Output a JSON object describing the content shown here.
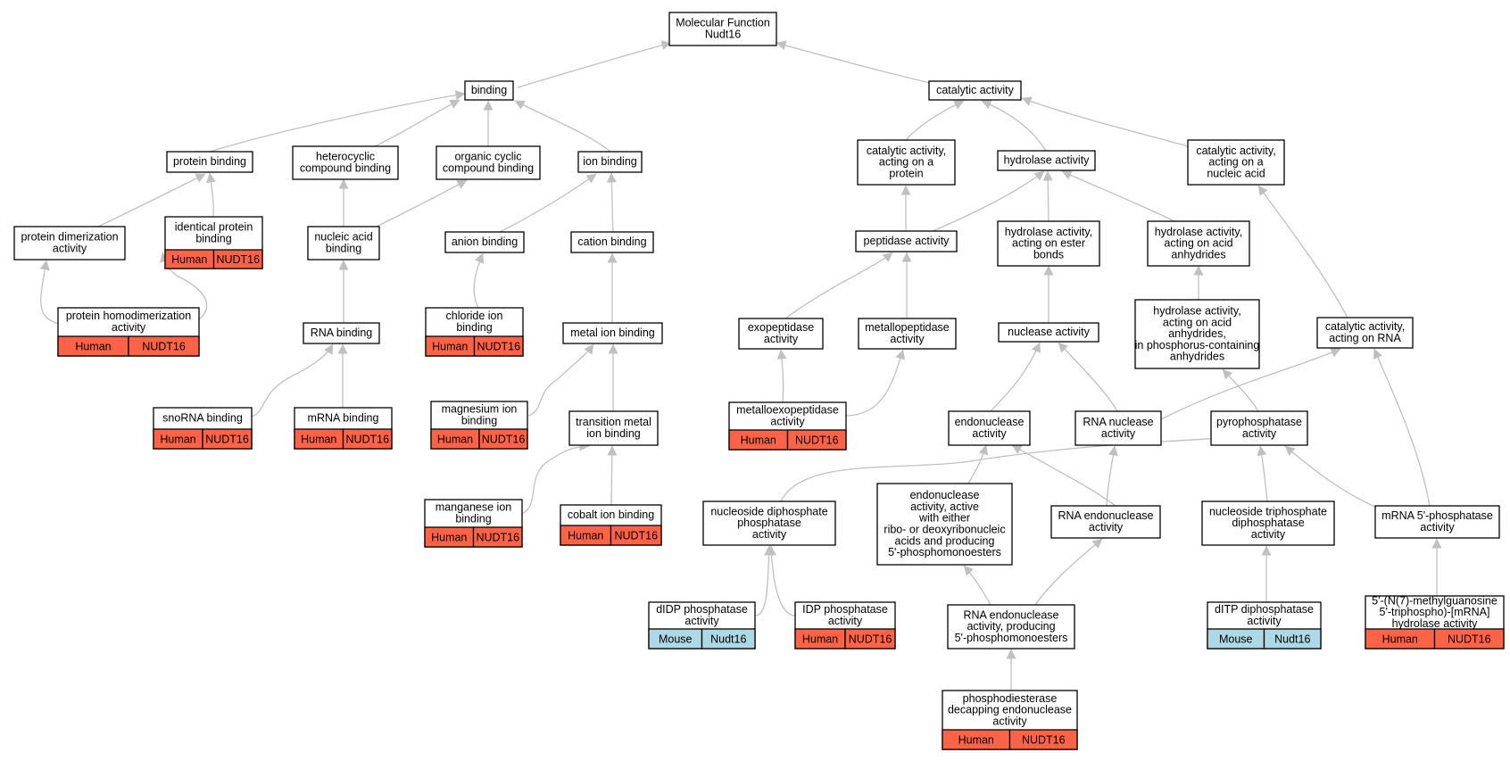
{
  "diagram": {
    "title": "Molecular Function Nudt16",
    "colors": {
      "human": "#ff6347",
      "mouse": "#add8e6",
      "edge": "#c0c0c0",
      "border": "#000000"
    },
    "nodes": [
      {
        "id": "root",
        "lines": [
          "Molecular Function",
          "Nudt16"
        ]
      },
      {
        "id": "binding",
        "lines": [
          "binding"
        ]
      },
      {
        "id": "catalytic",
        "lines": [
          "catalytic activity"
        ]
      },
      {
        "id": "protein_binding",
        "lines": [
          "protein binding"
        ]
      },
      {
        "id": "heterocyclic",
        "lines": [
          "heterocyclic",
          "compound binding"
        ]
      },
      {
        "id": "organic_cyclic",
        "lines": [
          "organic cyclic",
          "compound binding"
        ]
      },
      {
        "id": "ion_binding",
        "lines": [
          "ion binding"
        ]
      },
      {
        "id": "cat_protein",
        "lines": [
          "catalytic activity,",
          "acting on a",
          "protein"
        ]
      },
      {
        "id": "hydrolase",
        "lines": [
          "hydrolase activity"
        ]
      },
      {
        "id": "cat_nucleic",
        "lines": [
          "catalytic activity,",
          "acting on a",
          "nucleic acid"
        ]
      },
      {
        "id": "prot_dimer",
        "lines": [
          "protein dimerization",
          "activity"
        ]
      },
      {
        "id": "identical_prot",
        "lines": [
          "identical protein",
          "binding"
        ],
        "species": "Human",
        "gene": "NUDT16"
      },
      {
        "id": "nucleic_acid",
        "lines": [
          "nucleic acid",
          "binding"
        ]
      },
      {
        "id": "anion",
        "lines": [
          "anion binding"
        ]
      },
      {
        "id": "cation",
        "lines": [
          "cation binding"
        ]
      },
      {
        "id": "peptidase",
        "lines": [
          "peptidase activity"
        ]
      },
      {
        "id": "hyd_ester",
        "lines": [
          "hydrolase activity,",
          "acting on ester",
          "bonds"
        ]
      },
      {
        "id": "hyd_acid_anh",
        "lines": [
          "hydrolase activity,",
          "acting on acid",
          "anhydrides"
        ]
      },
      {
        "id": "prot_homodimer",
        "lines": [
          "protein homodimerization",
          "activity"
        ],
        "species": "Human",
        "gene": "NUDT16"
      },
      {
        "id": "rna_binding",
        "lines": [
          "RNA binding"
        ]
      },
      {
        "id": "chloride",
        "lines": [
          "chloride ion",
          "binding"
        ],
        "species": "Human",
        "gene": "NUDT16"
      },
      {
        "id": "metal_ion",
        "lines": [
          "metal ion binding"
        ]
      },
      {
        "id": "exopeptidase",
        "lines": [
          "exopeptidase",
          "activity"
        ]
      },
      {
        "id": "metallopeptidase",
        "lines": [
          "metallopeptidase",
          "activity"
        ]
      },
      {
        "id": "nuclease",
        "lines": [
          "nuclease activity"
        ]
      },
      {
        "id": "hyd_phos",
        "lines": [
          "hydrolase activity,",
          "acting on acid",
          "anhydrides,",
          "in phosphorus-containing",
          "anhydrides"
        ]
      },
      {
        "id": "cat_rna",
        "lines": [
          "catalytic activity,",
          "acting on RNA"
        ]
      },
      {
        "id": "snorna",
        "lines": [
          "snoRNA binding"
        ],
        "species": "Human",
        "gene": "NUDT16"
      },
      {
        "id": "mrna_binding",
        "lines": [
          "mRNA binding"
        ],
        "species": "Human",
        "gene": "NUDT16"
      },
      {
        "id": "magnesium",
        "lines": [
          "magnesium ion",
          "binding"
        ],
        "species": "Human",
        "gene": "NUDT16"
      },
      {
        "id": "transition_metal",
        "lines": [
          "transition metal",
          "ion binding"
        ]
      },
      {
        "id": "metalloexo",
        "lines": [
          "metalloexopeptidase",
          "activity"
        ],
        "species": "Human",
        "gene": "NUDT16"
      },
      {
        "id": "endonuclease",
        "lines": [
          "endonuclease",
          "activity"
        ]
      },
      {
        "id": "rna_nuclease",
        "lines": [
          "RNA nuclease",
          "activity"
        ]
      },
      {
        "id": "pyrophosphatase",
        "lines": [
          "pyrophosphatase",
          "activity"
        ]
      },
      {
        "id": "manganese",
        "lines": [
          "manganese ion",
          "binding"
        ],
        "species": "Human",
        "gene": "NUDT16"
      },
      {
        "id": "cobalt",
        "lines": [
          "cobalt ion binding"
        ],
        "species": "Human",
        "gene": "NUDT16"
      },
      {
        "id": "nuc_diphos",
        "lines": [
          "nucleoside diphosphate",
          "phosphatase",
          "activity"
        ]
      },
      {
        "id": "endo_ribo",
        "lines": [
          "endonuclease",
          "activity, active",
          "with either",
          "ribo- or deoxyribonucleic",
          "acids and producing",
          "5'-phosphomonoesters"
        ]
      },
      {
        "id": "rna_endo",
        "lines": [
          "RNA endonuclease",
          "activity"
        ]
      },
      {
        "id": "nuc_triphos",
        "lines": [
          "nucleoside triphosphate",
          "diphosphatase",
          "activity"
        ]
      },
      {
        "id": "mrna_5phos",
        "lines": [
          "mRNA 5'-phosphatase",
          "activity"
        ]
      },
      {
        "id": "didp",
        "lines": [
          "dIDP phosphatase",
          "activity"
        ],
        "species": "Mouse",
        "gene": "Nudt16"
      },
      {
        "id": "idp",
        "lines": [
          "IDP phosphatase",
          "activity"
        ],
        "species": "Human",
        "gene": "NUDT16"
      },
      {
        "id": "rna_endo_5p",
        "lines": [
          "RNA endonuclease",
          "activity, producing",
          "5'-phosphomonoesters"
        ]
      },
      {
        "id": "ditp",
        "lines": [
          "dITP diphosphatase",
          "activity"
        ],
        "species": "Mouse",
        "gene": "Nudt16"
      },
      {
        "id": "n7_methyl",
        "lines": [
          "5'-(N(7)-methylguanosine",
          "5'-triphospho)-[mRNA]",
          "hydrolase activity"
        ],
        "species": "Human",
        "gene": "NUDT16"
      },
      {
        "id": "decapping",
        "lines": [
          "phosphodiesterase",
          "decapping endonuclease",
          "activity"
        ],
        "species": "Human",
        "gene": "NUDT16"
      }
    ],
    "edges": [
      [
        "binding",
        "root"
      ],
      [
        "catalytic",
        "root"
      ],
      [
        "protein_binding",
        "binding"
      ],
      [
        "heterocyclic",
        "binding"
      ],
      [
        "organic_cyclic",
        "binding"
      ],
      [
        "ion_binding",
        "binding"
      ],
      [
        "cat_protein",
        "catalytic"
      ],
      [
        "hydrolase",
        "catalytic"
      ],
      [
        "cat_nucleic",
        "catalytic"
      ],
      [
        "prot_dimer",
        "protein_binding"
      ],
      [
        "identical_prot",
        "protein_binding"
      ],
      [
        "nucleic_acid",
        "heterocyclic"
      ],
      [
        "nucleic_acid",
        "organic_cyclic"
      ],
      [
        "anion",
        "ion_binding"
      ],
      [
        "cation",
        "ion_binding"
      ],
      [
        "peptidase",
        "cat_protein"
      ],
      [
        "peptidase",
        "hydrolase"
      ],
      [
        "hyd_ester",
        "hydrolase"
      ],
      [
        "hyd_acid_anh",
        "hydrolase"
      ],
      [
        "prot_homodimer",
        "prot_dimer"
      ],
      [
        "prot_homodimer",
        "identical_prot"
      ],
      [
        "rna_binding",
        "nucleic_acid"
      ],
      [
        "chloride",
        "anion"
      ],
      [
        "metal_ion",
        "cation"
      ],
      [
        "exopeptidase",
        "peptidase"
      ],
      [
        "metallopeptidase",
        "peptidase"
      ],
      [
        "nuclease",
        "hyd_ester"
      ],
      [
        "hyd_phos",
        "hyd_acid_anh"
      ],
      [
        "cat_rna",
        "cat_nucleic"
      ],
      [
        "snorna",
        "rna_binding"
      ],
      [
        "mrna_binding",
        "rna_binding"
      ],
      [
        "magnesium",
        "metal_ion"
      ],
      [
        "transition_metal",
        "metal_ion"
      ],
      [
        "metalloexo",
        "exopeptidase"
      ],
      [
        "metalloexo",
        "metallopeptidase"
      ],
      [
        "endonuclease",
        "nuclease"
      ],
      [
        "rna_nuclease",
        "nuclease"
      ],
      [
        "rna_nuclease",
        "cat_rna"
      ],
      [
        "pyrophosphatase",
        "hyd_phos"
      ],
      [
        "manganese",
        "transition_metal"
      ],
      [
        "cobalt",
        "transition_metal"
      ],
      [
        "nuc_diphos",
        "pyrophosphatase"
      ],
      [
        "endo_ribo",
        "endonuclease"
      ],
      [
        "rna_endo",
        "endonuclease"
      ],
      [
        "rna_endo",
        "rna_nuclease"
      ],
      [
        "nuc_triphos",
        "pyrophosphatase"
      ],
      [
        "mrna_5phos",
        "pyrophosphatase"
      ],
      [
        "mrna_5phos",
        "cat_rna"
      ],
      [
        "didp",
        "nuc_diphos"
      ],
      [
        "idp",
        "nuc_diphos"
      ],
      [
        "rna_endo_5p",
        "endo_ribo"
      ],
      [
        "rna_endo_5p",
        "rna_endo"
      ],
      [
        "ditp",
        "nuc_triphos"
      ],
      [
        "n7_methyl",
        "mrna_5phos"
      ],
      [
        "decapping",
        "rna_endo_5p"
      ]
    ]
  }
}
